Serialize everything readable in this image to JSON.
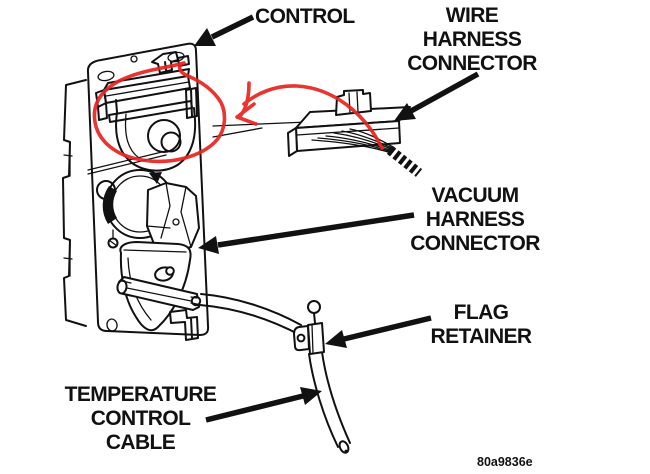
{
  "diagram": {
    "figure_code": "80a9836e",
    "callouts": {
      "control": {
        "lines": [
          "CONTROL"
        ]
      },
      "wire_harness_connector": {
        "lines": [
          "WIRE",
          "HARNESS",
          "CONNECTOR"
        ]
      },
      "vacuum_harness_connector": {
        "lines": [
          "VACUUM",
          "HARNESS",
          "CONNECTOR"
        ]
      },
      "flag_retainer": {
        "lines": [
          "FLAG",
          "RETAINER"
        ]
      },
      "temperature_control_cable": {
        "lines": [
          "TEMPERATURE",
          "CONTROL",
          "CABLE"
        ]
      }
    },
    "colors": {
      "annotation_red": "#e8231f",
      "line_ink": "#111111",
      "background": "#ffffff"
    }
  }
}
